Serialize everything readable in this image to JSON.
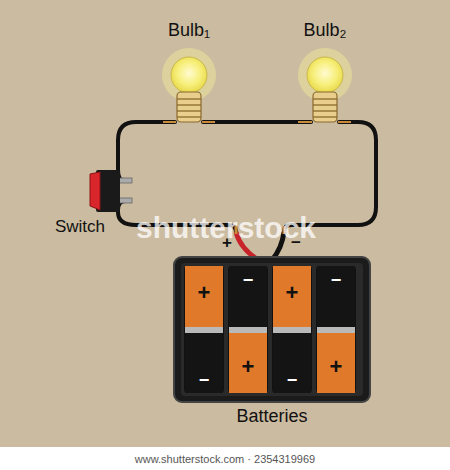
{
  "diagram": {
    "labels": [
      "Bulb₁",
      "Bulb₂",
      "Switch",
      "+",
      "−",
      "+",
      "−",
      "−",
      "+",
      "+",
      "−",
      "−",
      "+",
      "Batteries",
      "shutterstock",
      "www.shutterstock.com · 2354319969"
    ]
  }
}
